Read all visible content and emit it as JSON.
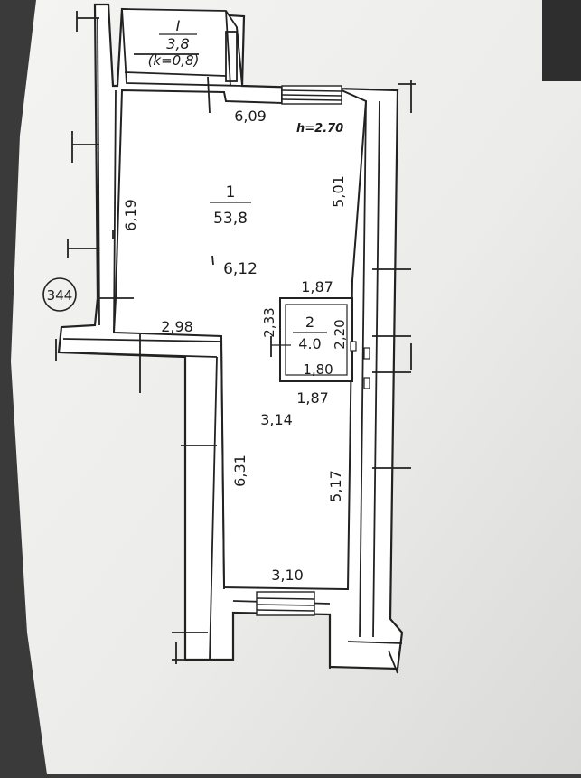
{
  "plan": {
    "ceiling_height": "h=2.70",
    "apartment_number": "344",
    "balcony": {
      "number": "I",
      "area": "3,8",
      "coefficient": "(k=0,8)"
    },
    "room1": {
      "number": "1",
      "area": "53,8"
    },
    "room2": {
      "number": "2",
      "area": "4.0"
    },
    "dimensions": {
      "top_width": "6,09",
      "right_upper": "5,01",
      "left_upper": "6,19",
      "room_depth": "6,12",
      "step_width": "2,98",
      "bathroom_top": "1,87",
      "bathroom_left": "2,33",
      "bathroom_right": "2,20",
      "bathroom_inner_bottom": "1,80",
      "bathroom_bottom": "1,87",
      "lower_width": "3,14",
      "left_lower": "6,31",
      "right_lower": "5,17",
      "bottom_width": "3,10"
    }
  }
}
